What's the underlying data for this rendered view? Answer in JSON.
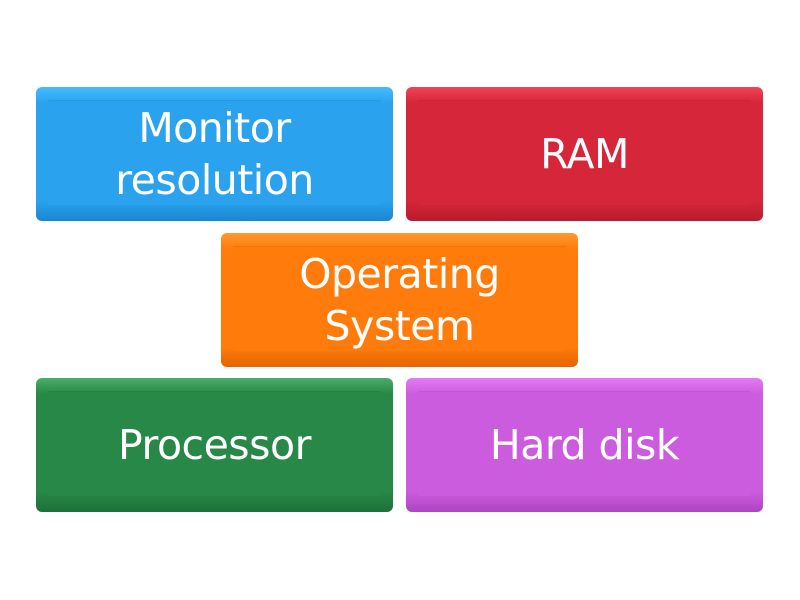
{
  "tiles": [
    {
      "label": "Monitor resolution",
      "color": "#2aa2ee",
      "top": "#46bcff",
      "bottom": "#1a86d0"
    },
    {
      "label": "RAM",
      "color": "#d62639",
      "top": "#f04455",
      "bottom": "#b81c2c"
    },
    {
      "label": "Operating System",
      "color": "#ff7b0c",
      "top": "#ff9a30",
      "bottom": "#e46400"
    },
    {
      "label": "Processor",
      "color": "#288847",
      "top": "#4aad69",
      "bottom": "#1d7038"
    },
    {
      "label": "Hard disk",
      "color": "#cb5cdd",
      "top": "#e57bf4",
      "bottom": "#ad44c0"
    }
  ]
}
